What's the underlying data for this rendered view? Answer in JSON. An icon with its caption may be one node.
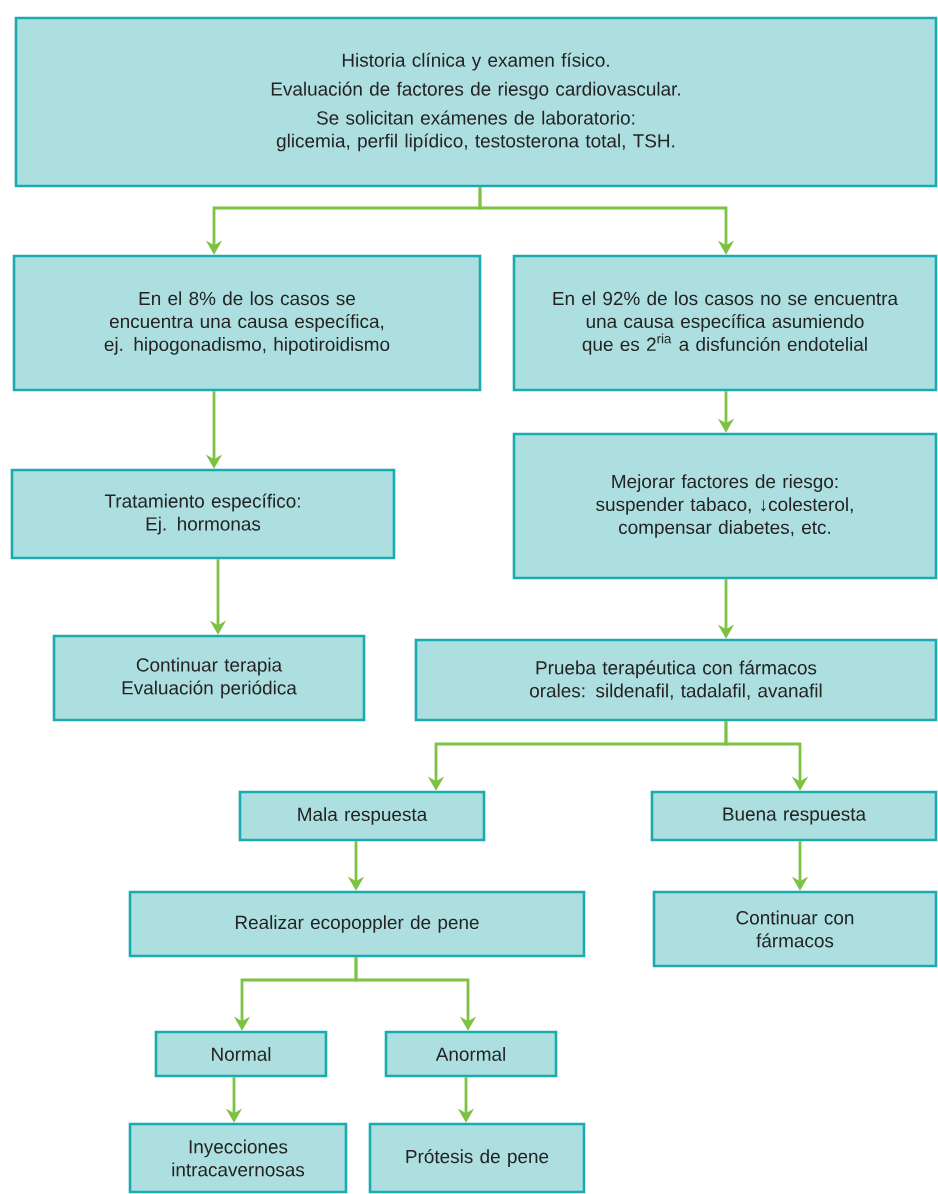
{
  "diagram": {
    "nodes": [
      {
        "text": [
          "Historia clínica y examen físico.",
          "Evaluación de factores de riesgo cardiovascular.",
          "Se solicitan exámenes de laboratorio: glicemia, perfil lipídico, testosterona total, TSH."
        ]
      },
      {
        "text": [
          "En el 8% de los casos se encuentra una causa específica, ej. hipogonadismo, hipotiroidismo"
        ]
      },
      {
        "text": [
          "En el 92% de los casos no se encuentra una causa específica asumiendo que es 2$^{ria}$ a disfunción endotelial"
        ]
      },
      {
        "text": [
          "Tratamiento específico: Ej. hormonas"
        ]
      },
      {
        "text": [
          "Mejorar factores de riesgo: suspender tabaco, ↓colesterol, compensar diabetes, etc."
        ]
      },
      {
        "text": [
          "Continuar terapia Evaluación periódica"
        ]
      },
      {
        "text": [
          "Prueba terapéutica con fármacos orales: sildenafil, tadalafil, avanafil"
        ]
      },
      {
        "text": [
          "Mala respuesta"
        ]
      },
      {
        "text": [
          "Buena respuesta"
        ]
      },
      {
        "text": [
          "Realizar ecopoppler de pene"
        ]
      },
      {
        "text": [
          "Continuar con fármacos"
        ]
      },
      {
        "text": [
          "Normal"
        ]
      },
      {
        "text": [
          "Anormal"
        ]
      },
      {
        "text": [
          "Inyecciones intracavernosas"
        ]
      },
      {
        "text": [
          "Prótesis de pene"
        ]
      }
    ],
    "edges": [
      {
        "from": 0,
        "to": 1,
        "arrow": "to"
      },
      {
        "from": 0,
        "to": 2,
        "arrow": "to"
      },
      {
        "from": 1,
        "to": 3,
        "arrow": "to"
      },
      {
        "from": 2,
        "to": 4,
        "arrow": "to"
      },
      {
        "from": 3,
        "to": 5,
        "arrow": "to"
      },
      {
        "from": 4,
        "to": 6,
        "arrow": "to"
      },
      {
        "from": 6,
        "to": 7,
        "arrow": "to"
      },
      {
        "from": 6,
        "to": 8,
        "arrow": "to"
      },
      {
        "from": 7,
        "to": 9,
        "arrow": "to"
      },
      {
        "from": 8,
        "to": 10,
        "arrow": "to"
      },
      {
        "from": 9,
        "to": 11,
        "arrow": "to"
      },
      {
        "from": 9,
        "to": 12,
        "arrow": "to"
      },
      {
        "from": 11,
        "to": 13,
        "arrow": "to"
      },
      {
        "from": 12,
        "to": 14,
        "arrow": "to"
      }
    ]
  }
}
